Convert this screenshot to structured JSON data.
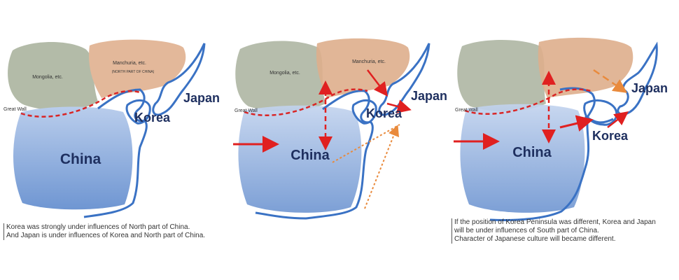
{
  "panels": [
    {
      "labels": {
        "mongolia": "Mongolia, etc.",
        "manchuria": "Manchuria, etc.",
        "manchuria_note": "(NORTH PART OF CHINA)",
        "great_wall": "Great Wall",
        "korea": "Korea",
        "japan": "Japan",
        "china": "China"
      },
      "caption": [
        "Korea was strongly under influences of North part of China.",
        "And Japan is under influences of Korea and North part of China."
      ]
    },
    {
      "labels": {
        "mongolia": "Mongolia, etc.",
        "manchuria": "Manchuria, etc.",
        "great_wall": "Great Wall",
        "korea": "Korea",
        "japan": "Japan",
        "china": "China"
      }
    },
    {
      "labels": {
        "great_wall": "Great Wall",
        "korea": "Korea",
        "japan": "Japan",
        "china": "China"
      },
      "caption": [
        "If the position of Korea Peninsula was different,  Korea and Japan",
        "will be under influences of South part of China.",
        "Character of Japanese culture will became different."
      ]
    }
  ],
  "colors": {
    "mongolia_fill": "#b3bba8",
    "manchuria_fill": "#e3b89a",
    "china_fill": "#7fa3d8",
    "coast": "#3a72c4",
    "great_wall": "#d92525",
    "arrow_red": "#e02020",
    "arrow_orange": "#e98a3c"
  }
}
